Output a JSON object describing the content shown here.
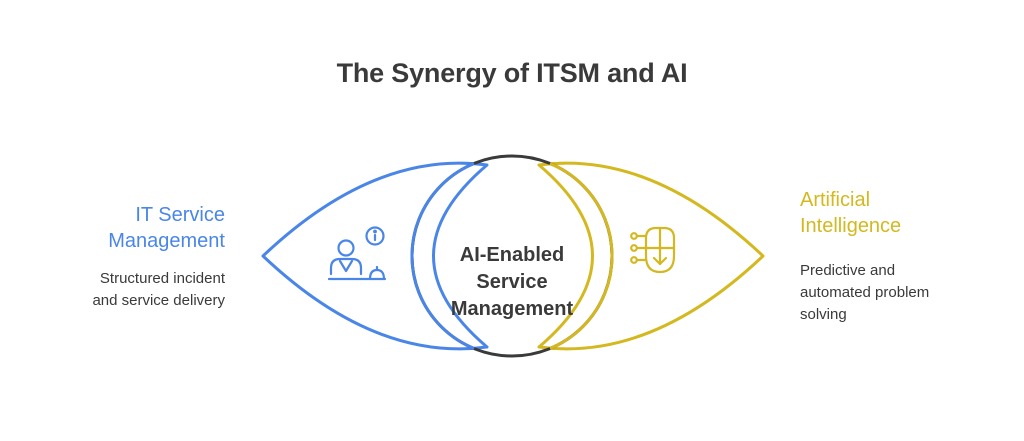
{
  "title": "The Synergy of ITSM and AI",
  "left": {
    "heading_line1": "IT Service",
    "heading_line2": "Management",
    "desc_line1": "Structured incident",
    "desc_line2": "and service delivery",
    "icon": "service-desk-person-icon"
  },
  "right": {
    "heading_line1": "Artificial",
    "heading_line2": "Intelligence",
    "desc_line1": "Predictive and",
    "desc_line2": "automated problem",
    "desc_line3": "solving",
    "icon": "ai-chip-icon"
  },
  "center": {
    "line1": "AI-Enabled",
    "line2": "Service",
    "line3": "Management"
  },
  "colors": {
    "itsm": "#4a86e8",
    "ai": "#d4b820",
    "center": "#3a3a3a",
    "text": "#3a3a3a"
  }
}
